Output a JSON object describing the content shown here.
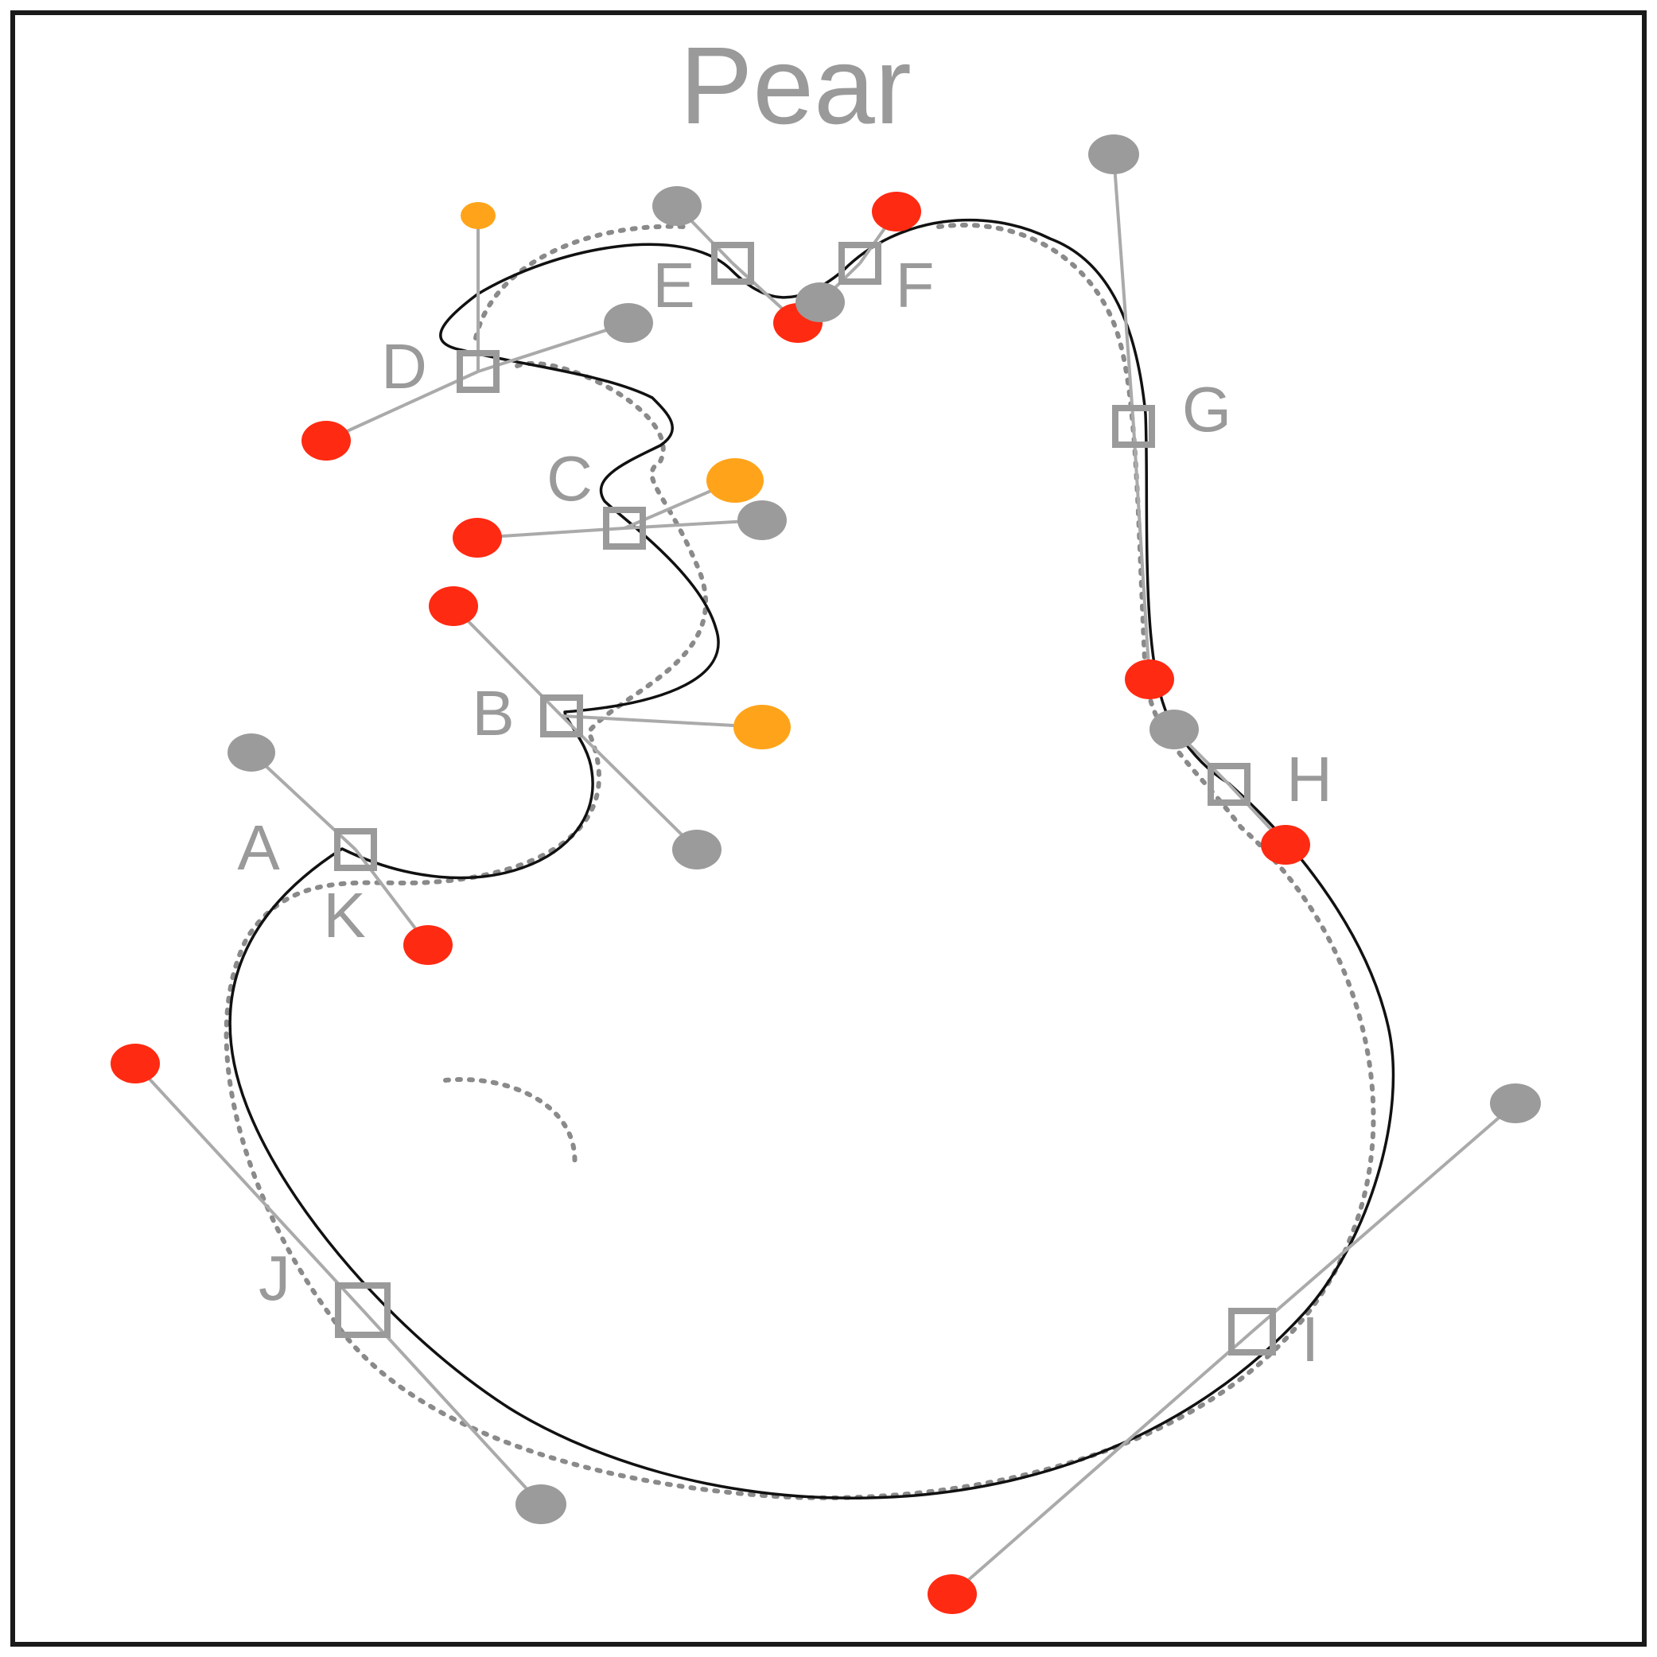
{
  "title": "Pear",
  "colors": {
    "title": "#9a9a9a",
    "handle_line": "#aaaaaa",
    "anchor": "#9a9a9a",
    "handle_gray": "#9b9b9b",
    "handle_red": "#ff2a12",
    "handle_orange": "#ffa41a",
    "curve": "#111111",
    "reference_curve": "#8a8a8a"
  },
  "labels": {
    "A": "A",
    "B": "B",
    "C": "C",
    "D": "D",
    "E": "E",
    "F": "F",
    "G": "G",
    "H": "H",
    "I": "I",
    "J": "J",
    "K": "K"
  }
}
